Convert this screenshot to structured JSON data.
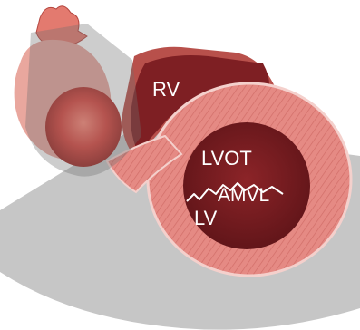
{
  "labels": {
    "rv": "RV",
    "lvot": "LVOT",
    "amvl": "AMVL",
    "lv": "LV"
  },
  "colors": {
    "background": "#ffffff",
    "ultrasound_sector": "#c6c6c6",
    "myocardium": "#e58a84",
    "myocardium_striation": "#c9615c",
    "cavity": "#7e1f23",
    "cavity_dark": "#5e1418",
    "pericardium_edge": "#f4d0cc",
    "valve_leaflet": "#ffffff",
    "thumbnail_heart": "#d9443d",
    "thumbnail_vessels": "#e37a6f",
    "thumbnail_shadow": "#6f6f6f"
  }
}
